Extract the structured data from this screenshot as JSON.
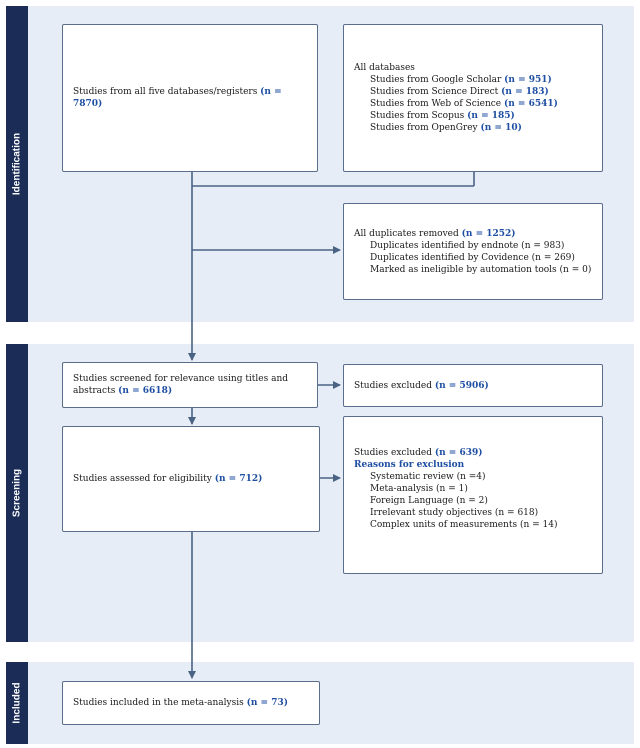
{
  "phases": {
    "identification": "Identification",
    "screening": "Screening",
    "included": "Included"
  },
  "identification": {
    "all_studies": {
      "label": "Studies from all five databases/registers ",
      "n": "(n = 7870)"
    },
    "all_databases": {
      "title": "All databases",
      "items": [
        {
          "label": "Studies from Google Scholar ",
          "n": "(n = 951)"
        },
        {
          "label": "Studies from Science Direct ",
          "n": "(n = 183)"
        },
        {
          "label": "Studies from Web of Science ",
          "n": "(n = 6541)"
        },
        {
          "label": "Studies from Scopus ",
          "n": "(n = 185)"
        },
        {
          "label": "Studies from OpenGrey ",
          "n": "(n = 10)"
        }
      ]
    },
    "duplicates": {
      "title": "All duplicates removed ",
      "n": "(n = 1252)",
      "items": [
        "Duplicates identified by endnote (n = 983)",
        "Duplicates identified by Covidence (n = 269)",
        "Marked as ineligible by automation tools (n = 0)"
      ]
    }
  },
  "screening": {
    "screened": {
      "line1": "Studies screened for relevance using titles and",
      "line2": "abstracts ",
      "n": "(n = 6618)"
    },
    "excluded1": {
      "label": "Studies excluded ",
      "n": "(n = 5906)"
    },
    "eligibility": {
      "label": "Studies assessed for eligibility ",
      "n": "(n = 712)"
    },
    "excluded2": {
      "title": "Studies excluded ",
      "n": "(n = 639)",
      "reasons_heading": "Reasons for exclusion",
      "reasons": [
        "Systematic review (n =4)",
        "Meta-analysis (n = 1)",
        "Foreign Language (n = 2)",
        "Irrelevant study objectives (n = 618)",
        "Complex units of measurements (n = 14)"
      ]
    }
  },
  "included": {
    "meta": {
      "label": "Studies included in the meta-analysis ",
      "n": "(n = 73)"
    }
  },
  "colors": {
    "band": "#e6edf7",
    "sidebar": "#1b2c57",
    "accent": "#1f4fa3",
    "arrow": "#4a6384"
  }
}
